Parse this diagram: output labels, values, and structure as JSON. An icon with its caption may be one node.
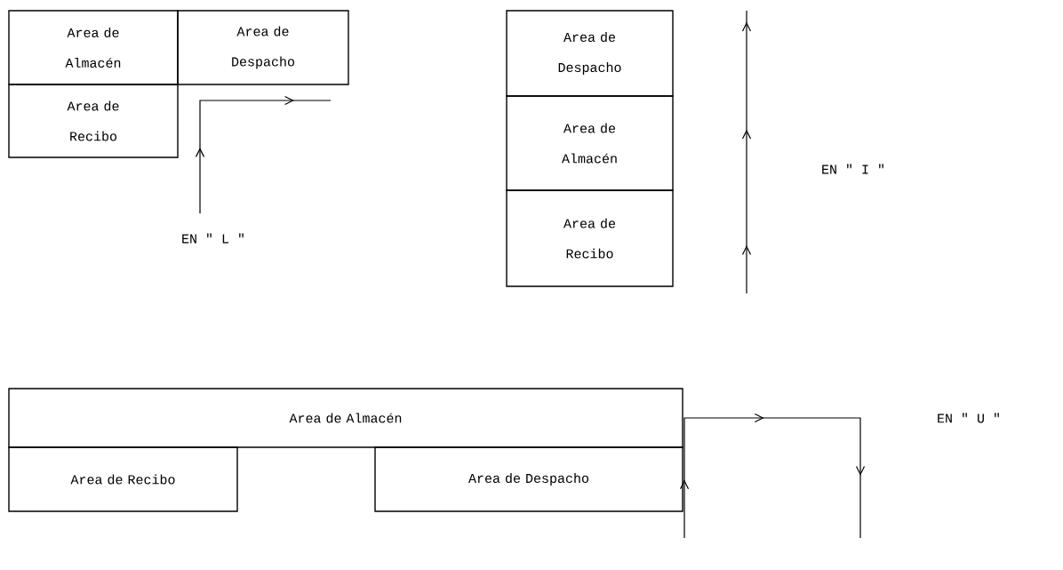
{
  "diagram": {
    "nodes": [
      {
        "text": [
          "Area de Almacén"
        ]
      },
      {
        "text": [
          "Area de Despacho"
        ]
      },
      {
        "text": [
          "Area de Recibo"
        ]
      },
      {
        "text": [
          "Area de Despacho"
        ]
      },
      {
        "text": [
          "Area de Almacén"
        ]
      },
      {
        "text": [
          "Area de Recibo"
        ]
      },
      {
        "text": [
          "Area de Almacén"
        ]
      },
      {
        "text": [
          "Area de Recibo"
        ]
      },
      {
        "text": [
          "Area de Despacho"
        ]
      }
    ],
    "labels": [
      "EN \" L \"",
      "EN \" I \"",
      "EN \" U \""
    ]
  }
}
